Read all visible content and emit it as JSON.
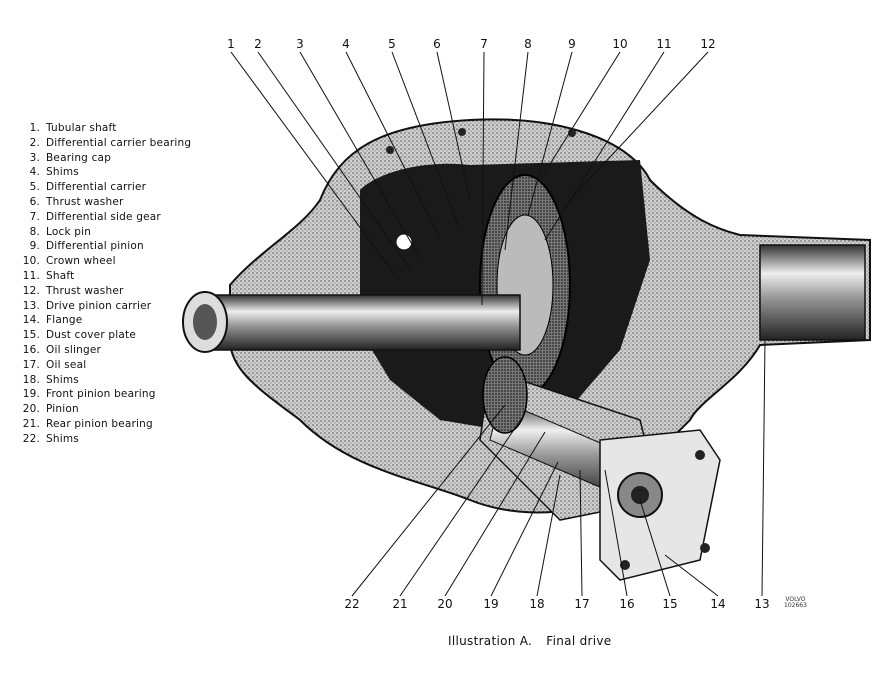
{
  "legend": [
    {
      "num": "1.",
      "label": "Tubular shaft"
    },
    {
      "num": "2.",
      "label": "Differential carrier bearing"
    },
    {
      "num": "3.",
      "label": "Bearing cap"
    },
    {
      "num": "4.",
      "label": "Shims"
    },
    {
      "num": "5.",
      "label": "Differential carrier"
    },
    {
      "num": "6.",
      "label": "Thrust washer"
    },
    {
      "num": "7.",
      "label": "Differential side gear"
    },
    {
      "num": "8.",
      "label": "Lock pin"
    },
    {
      "num": "9.",
      "label": "Differential pinion"
    },
    {
      "num": "10.",
      "label": "Crown wheel"
    },
    {
      "num": "11.",
      "label": "Shaft"
    },
    {
      "num": "12.",
      "label": "Thrust washer"
    },
    {
      "num": "13.",
      "label": "Drive pinion carrier"
    },
    {
      "num": "14.",
      "label": "Flange"
    },
    {
      "num": "15.",
      "label": "Dust cover plate"
    },
    {
      "num": "16.",
      "label": "Oil slinger"
    },
    {
      "num": "17.",
      "label": "Oil seal"
    },
    {
      "num": "18.",
      "label": "Shims"
    },
    {
      "num": "19.",
      "label": "Front pinion bearing"
    },
    {
      "num": "20.",
      "label": "Pinion"
    },
    {
      "num": "21.",
      "label": "Rear pinion bearing"
    },
    {
      "num": "22.",
      "label": "Shims"
    }
  ],
  "callouts_top": [
    "1",
    "2",
    "3",
    "4",
    "5",
    "6",
    "7",
    "8",
    "9",
    "10",
    "11",
    "12"
  ],
  "callouts_bottom": [
    "22",
    "21",
    "20",
    "19",
    "18",
    "17",
    "16",
    "15",
    "14",
    "13"
  ],
  "caption": {
    "label": "Illustration A.",
    "title": "Final drive"
  },
  "stamp": {
    "brand": "VOLVO",
    "code": "102663"
  }
}
